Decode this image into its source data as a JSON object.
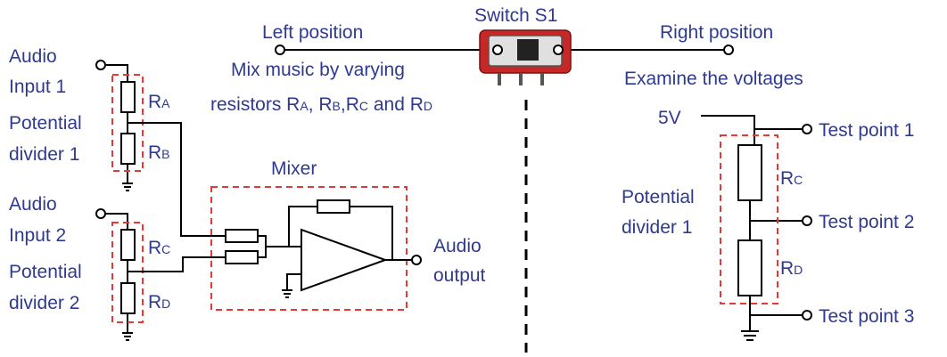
{
  "labels": {
    "audio_input_1": [
      "Audio",
      "Input 1"
    ],
    "audio_input_2": [
      "Audio",
      "Input 2"
    ],
    "potential_divider_left_1": [
      "Potential",
      "divider 1"
    ],
    "potential_divider_left_2": [
      "Potential",
      "divider 2"
    ],
    "potential_divider_right": [
      "Potential",
      "divider 1"
    ],
    "mixer": "Mixer",
    "audio_output": [
      "Audio",
      "output"
    ],
    "left_position": "Left position",
    "right_position": "Right position",
    "switch": "Switch S1",
    "mix_note": [
      "Mix music by varying",
      "resistors R",
      ", R",
      ",R",
      " and R"
    ],
    "examine": "Examine the voltages",
    "supply": "5V",
    "test_point_1": "Test point 1",
    "test_point_2": "Test point 2",
    "test_point_3": "Test point 3"
  },
  "resistors": {
    "ra": [
      "R",
      "A"
    ],
    "rb": [
      "R",
      "B"
    ],
    "rc": [
      "R",
      "C"
    ],
    "rd": [
      "R",
      "D"
    ]
  },
  "subscripts": {
    "a": "A",
    "b": "B",
    "c": "C",
    "d": "D"
  },
  "colors": {
    "label": "#2f3a8f",
    "dashed_box": "#e53935",
    "wire": "#000000",
    "switch_body": "#c62828"
  }
}
